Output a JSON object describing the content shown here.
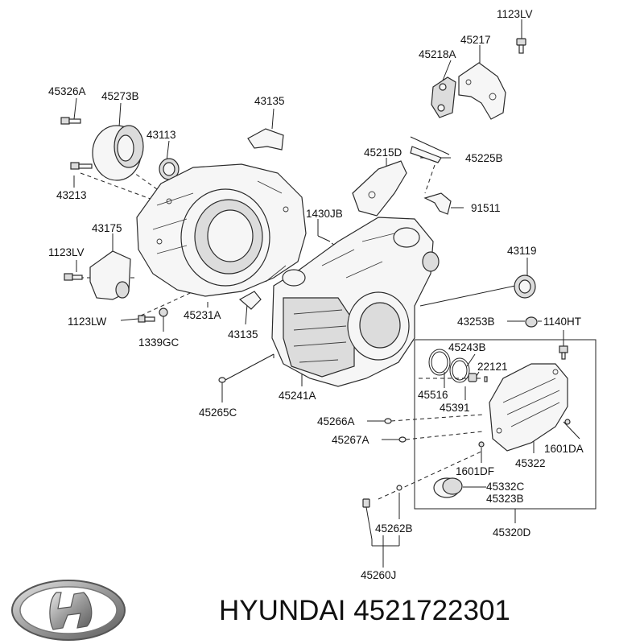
{
  "brand": {
    "logo_icon": "hyundai-logo-icon",
    "text": "HYUNDAI 4521722301"
  },
  "labels": {
    "l_1123lv_top": "1123LV",
    "l_45217": "45217",
    "l_45218a": "45218A",
    "l_45326a": "45326A",
    "l_45273b": "45273B",
    "l_43135_top": "43135",
    "l_43113": "43113",
    "l_45215d": "45215D",
    "l_45225b": "45225B",
    "l_43213": "43213",
    "l_1430jb": "1430JB",
    "l_91511": "91511",
    "l_43175": "43175",
    "l_1123lv_left": "1123LV",
    "l_43119": "43119",
    "l_45231a": "45231A",
    "l_1123lw": "1123LW",
    "l_43253b": "43253B",
    "l_1140ht": "1140HT",
    "l_43135_bot": "43135",
    "l_1339gc": "1339GC",
    "l_45243b": "45243B",
    "l_22121": "22121",
    "l_45241a": "45241A",
    "l_45516": "45516",
    "l_45391": "45391",
    "l_45265c": "45265C",
    "l_45266a": "45266A",
    "l_45267a": "45267A",
    "l_1601da": "1601DA",
    "l_45322": "45322",
    "l_1601df": "1601DF",
    "l_45332c": "45332C",
    "l_45323b": "45323B",
    "l_45262b": "45262B",
    "l_45320d": "45320D",
    "l_45260j": "45260J"
  }
}
